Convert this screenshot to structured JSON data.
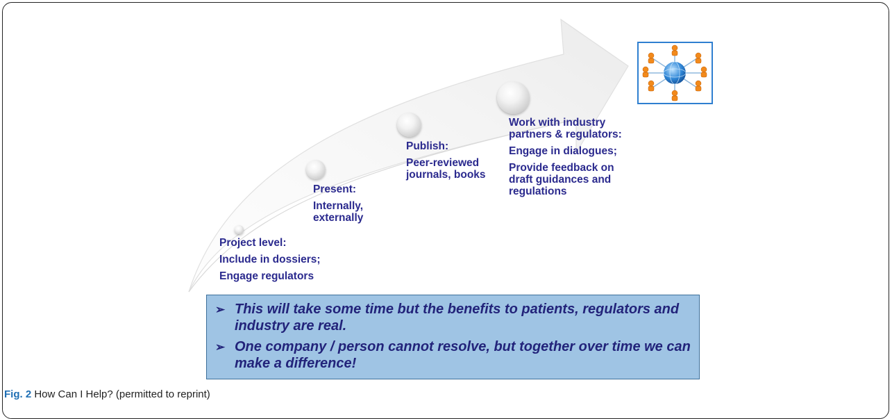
{
  "stages": [
    {
      "title": "Project level:",
      "lines": [
        "Include in dossiers;",
        "Engage regulators"
      ]
    },
    {
      "title": "Present:",
      "lines": [
        "Internally, externally"
      ]
    },
    {
      "title": "Publish:",
      "lines": [
        "Peer-reviewed journals, books"
      ]
    },
    {
      "title": "Work with industry partners & regulators:",
      "lines": [
        "Engage in dialogues;",
        "Provide feedback on draft guidances and regulations"
      ]
    }
  ],
  "callout": {
    "bullets": [
      "This will take some time but the benefits to patients, regulators and industry are real.",
      "One company / person cannot resolve, but together over time we can make a difference!"
    ]
  },
  "icons": {
    "bullet": "arrow-bullet-icon",
    "network": "global-network-people-icon"
  },
  "colors": {
    "stage_text": "#2b2a8e",
    "callout_bg": "#9fc4e4",
    "caption_label": "#1f6fb4"
  },
  "caption": {
    "label": "Fig. 2",
    "text": "How Can I Help? (permitted to reprint)"
  }
}
